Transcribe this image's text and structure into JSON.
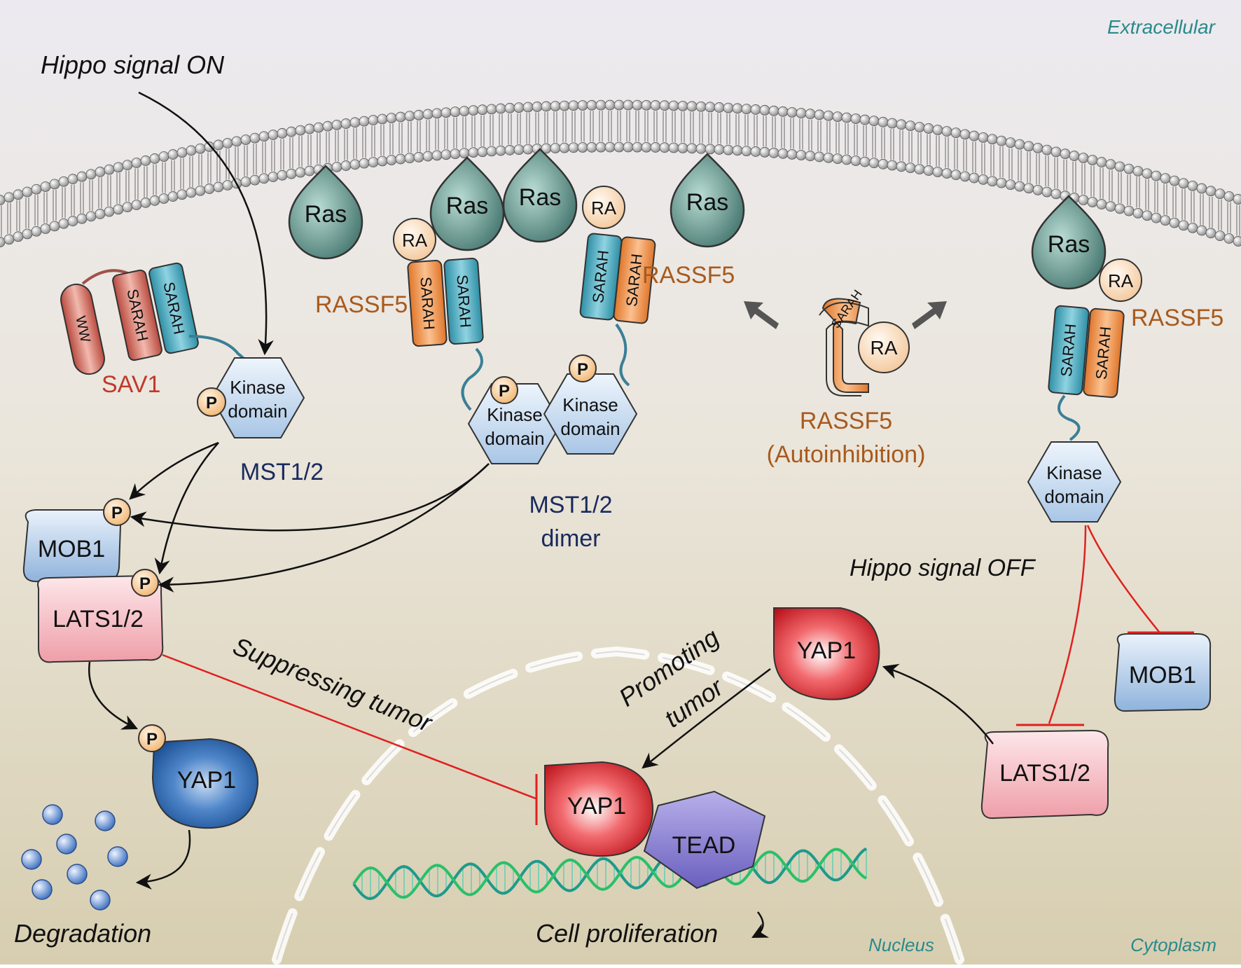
{
  "compartments": {
    "extracellular": "Extracellular",
    "cytoplasm": "Cytoplasm",
    "nucleus": "Nucleus"
  },
  "signals": {
    "on": "Hippo signal ON",
    "off": "Hippo signal OFF"
  },
  "proteins": {
    "ras": "Ras",
    "ra": "RA",
    "sarah": "SARAH",
    "www": "WW",
    "p": "P",
    "kinase_line1": "Kinase",
    "kinase_line2": "domain",
    "sav1": "SAV1",
    "mst": "MST1/2",
    "mst_dimer_line1": "MST1/2",
    "mst_dimer_line2": "dimer",
    "rassf5": "RASSF5",
    "rassf5_auto_line1": "RASSF5",
    "rassf5_auto_line2": "(Autoinhibition)",
    "mob1": "MOB1",
    "lats": "LATS1/2",
    "yap1": "YAP1",
    "tead": "TEAD"
  },
  "outcomes": {
    "suppressing": "Suppressing tumor",
    "promoting_line1": "Promoting",
    "promoting_line2": "tumor",
    "degradation": "Degradation",
    "proliferation": "Cell proliferation"
  },
  "colors": {
    "ras": "#3e8f7f",
    "sarah_blue": "#3aa6bd",
    "sarah_orange": "#ef8a3c",
    "sav1_red": "#c0392b",
    "kinase": "#c5dcf2",
    "mob1": "#b9d3ee",
    "lats": "#f3b6bd",
    "yap1_red": "#d8141e",
    "yap1_blue": "#1f5ea8",
    "tead": "#7b6fc7",
    "inhibit_red": "#e02020",
    "rassf5_text": "#a85a1c",
    "mst_text": "#1a2a5e",
    "compartment_text": "#2a8a8a"
  }
}
